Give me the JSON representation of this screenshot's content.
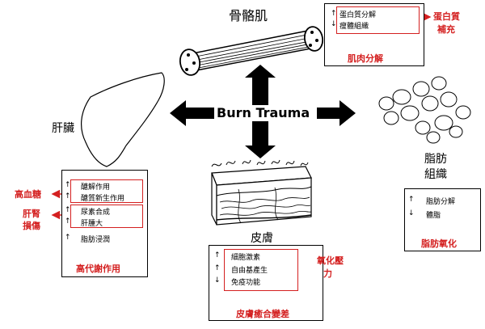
{
  "center": {
    "label": "Burn Trauma"
  },
  "organs": {
    "muscle": "骨骼肌",
    "liver": "肝臟",
    "adipose": [
      "脂肪",
      "組織"
    ],
    "skin": "皮膚"
  },
  "muscle_box": {
    "items": [
      "蛋白質分解",
      "瘦體組織"
    ],
    "directions": [
      "up",
      "down"
    ],
    "result": "肌肉分解",
    "side_note": [
      "蛋白質",
      "補充"
    ]
  },
  "liver_box": {
    "items": [
      "醣解作用",
      "醣質新生作用",
      "尿素合成",
      "肝腫大",
      "脂肪浸潤"
    ],
    "directions": [
      "up",
      "up",
      "up",
      "up",
      "up"
    ],
    "result": "高代謝作用",
    "side_notes": [
      "高血糖",
      "肝腎",
      "損傷"
    ]
  },
  "adipose_box": {
    "items": [
      "脂肪分解",
      "體脂"
    ],
    "directions": [
      "up",
      "down"
    ],
    "result": "脂肪氧化"
  },
  "skin_box": {
    "items": [
      "細胞激素",
      "自由基產生",
      "免疫功能"
    ],
    "directions": [
      "up",
      "up",
      "down"
    ],
    "result": "皮膚癒合變差",
    "side_note": [
      "氧化壓",
      "力"
    ]
  },
  "colors": {
    "accent_red": "#d42020",
    "ink": "#000000"
  }
}
